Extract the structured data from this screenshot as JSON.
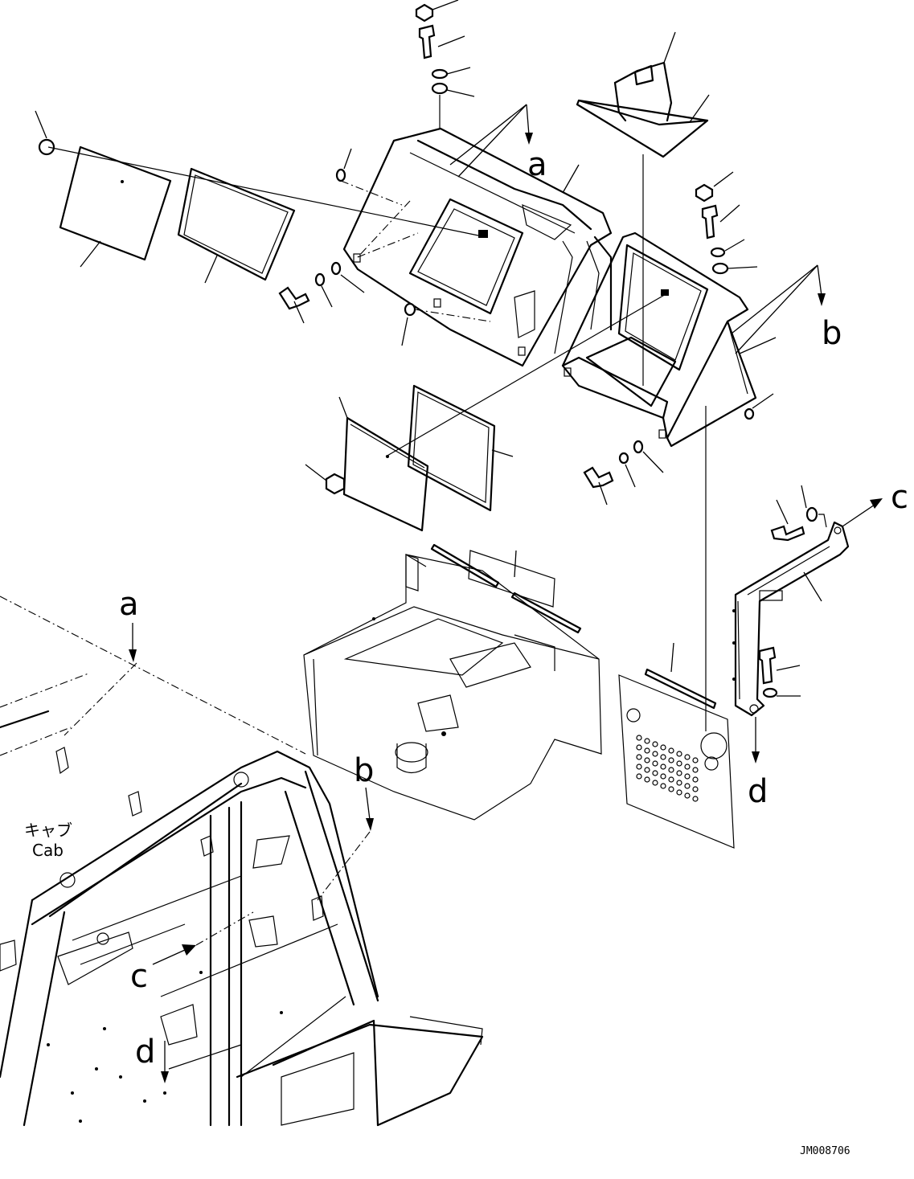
{
  "labels": {
    "ref_a": "a",
    "ref_b": "b",
    "ref_c": "c",
    "ref_d": "d",
    "cab_jp": "キャブ",
    "cab_en": "Cab",
    "drawing_code": "JM008706"
  }
}
